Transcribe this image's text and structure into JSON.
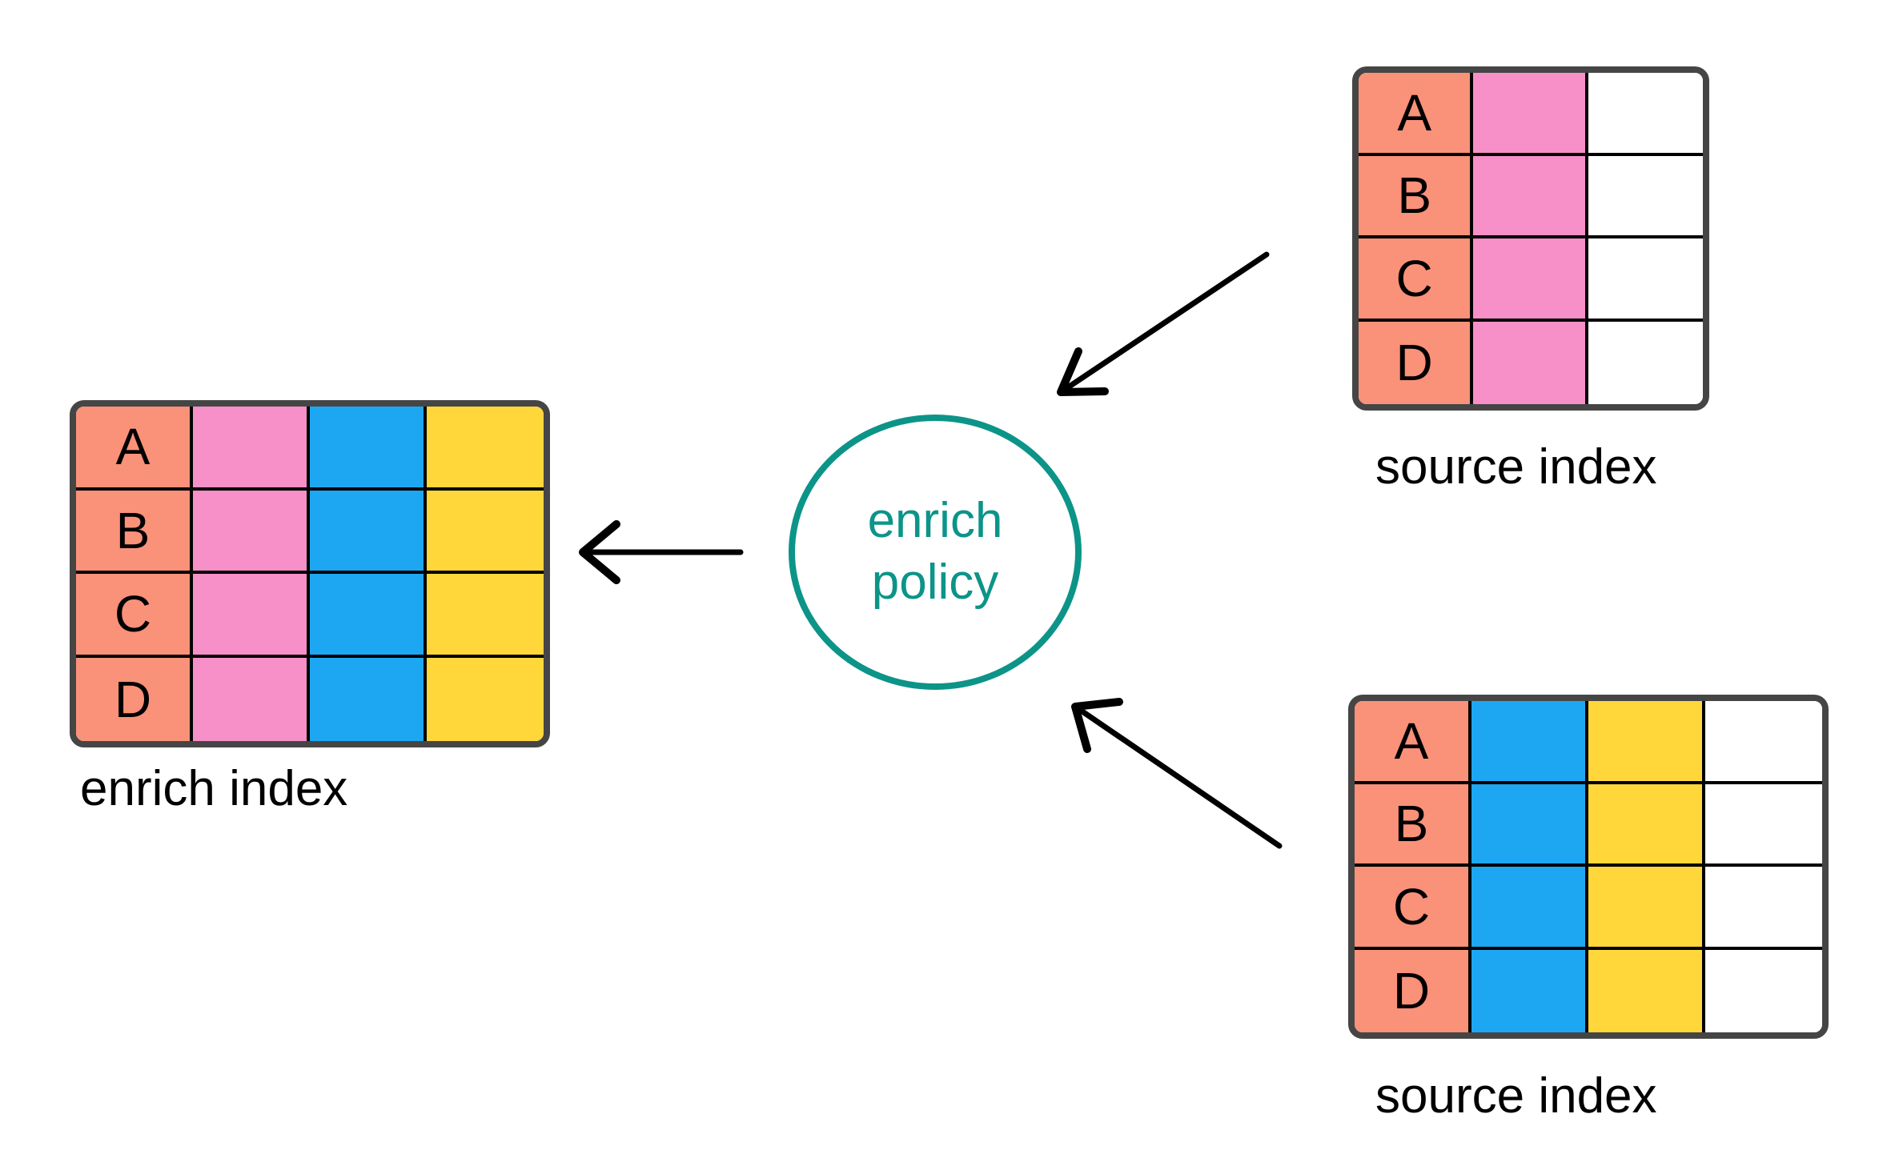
{
  "colors": {
    "background": "#ffffff",
    "salmon": "#fa9179",
    "pink": "#f78fc9",
    "blue": "#1da7f3",
    "yellow": "#ffd73a",
    "empty_cell": "#ffffff",
    "table_border": "#454545",
    "grid_line": "#000000",
    "cell_text": "#000000",
    "label_text": "#000000",
    "teal": "#0c9488",
    "arrow": "#000000"
  },
  "policy_circle": {
    "line1": "enrich",
    "line2": "policy"
  },
  "enrich_index": {
    "label": "enrich index",
    "rows": [
      "A",
      "B",
      "C",
      "D"
    ]
  },
  "source_index_top": {
    "label": "source index",
    "rows": [
      "A",
      "B",
      "C",
      "D"
    ]
  },
  "source_index_bottom": {
    "label": "source index",
    "rows": [
      "A",
      "B",
      "C",
      "D"
    ]
  }
}
